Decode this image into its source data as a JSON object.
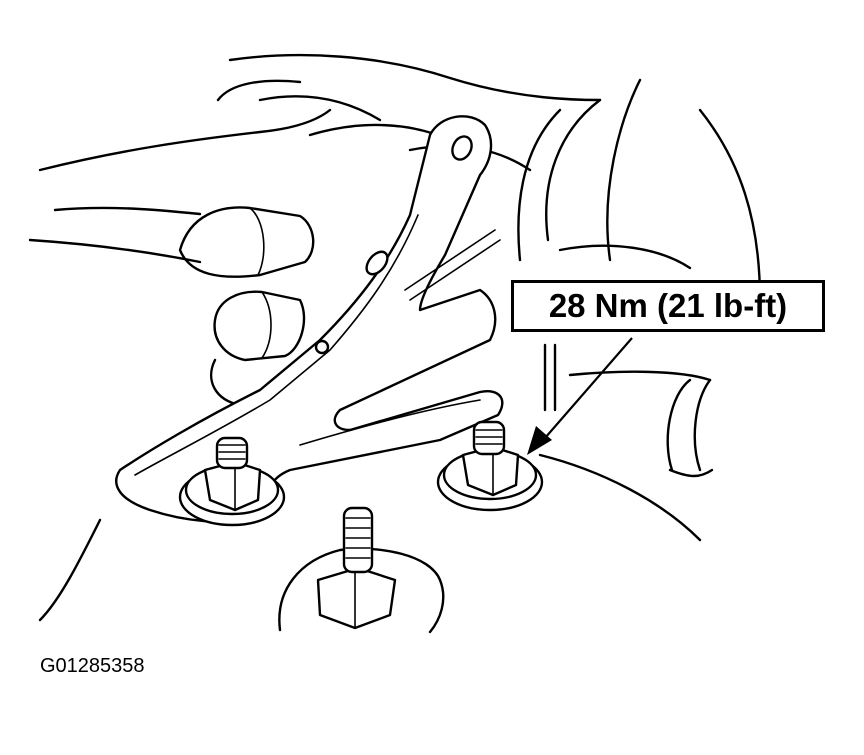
{
  "callout": {
    "torque_label": "28 Nm (21 lb-ft)"
  },
  "figure": {
    "id": "G01285358"
  },
  "parts": [
    {
      "name": "mounting-bracket"
    },
    {
      "name": "stud-nut-left"
    },
    {
      "name": "stud-nut-right"
    },
    {
      "name": "stud-nut-bottom"
    },
    {
      "name": "hose-connector"
    }
  ]
}
